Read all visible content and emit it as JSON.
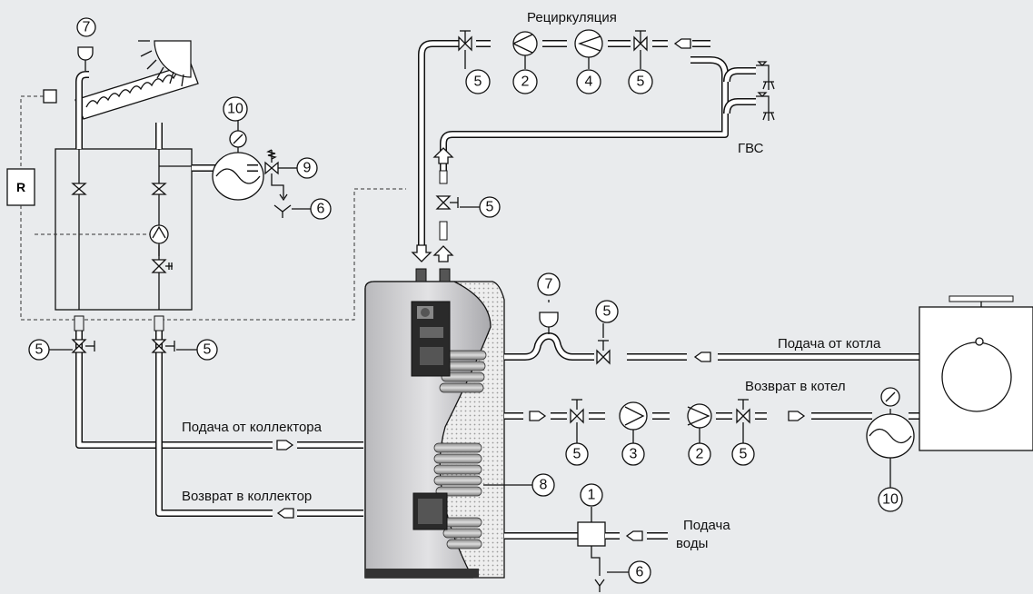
{
  "labels": {
    "recirculation": "Рециркуляция",
    "dhw": "ГВС",
    "from_boiler": "Подача от котла",
    "to_boiler": "Возврат в котел",
    "from_collector": "Подача от коллектора",
    "to_collector": "Возврат в коллектор",
    "water_supply_1": "Подача",
    "water_supply_2": "воды",
    "controller": "R"
  },
  "callouts": {
    "n1": "1",
    "n2": "2",
    "n3": "3",
    "n4": "4",
    "n5": "5",
    "n6": "6",
    "n7": "7",
    "n8": "8",
    "n9": "9",
    "n10": "10"
  },
  "colors": {
    "background": "#e9ebed",
    "tank_body": "#d4d4d6",
    "insulation": "#e6e6e6",
    "lines": "#111111"
  }
}
